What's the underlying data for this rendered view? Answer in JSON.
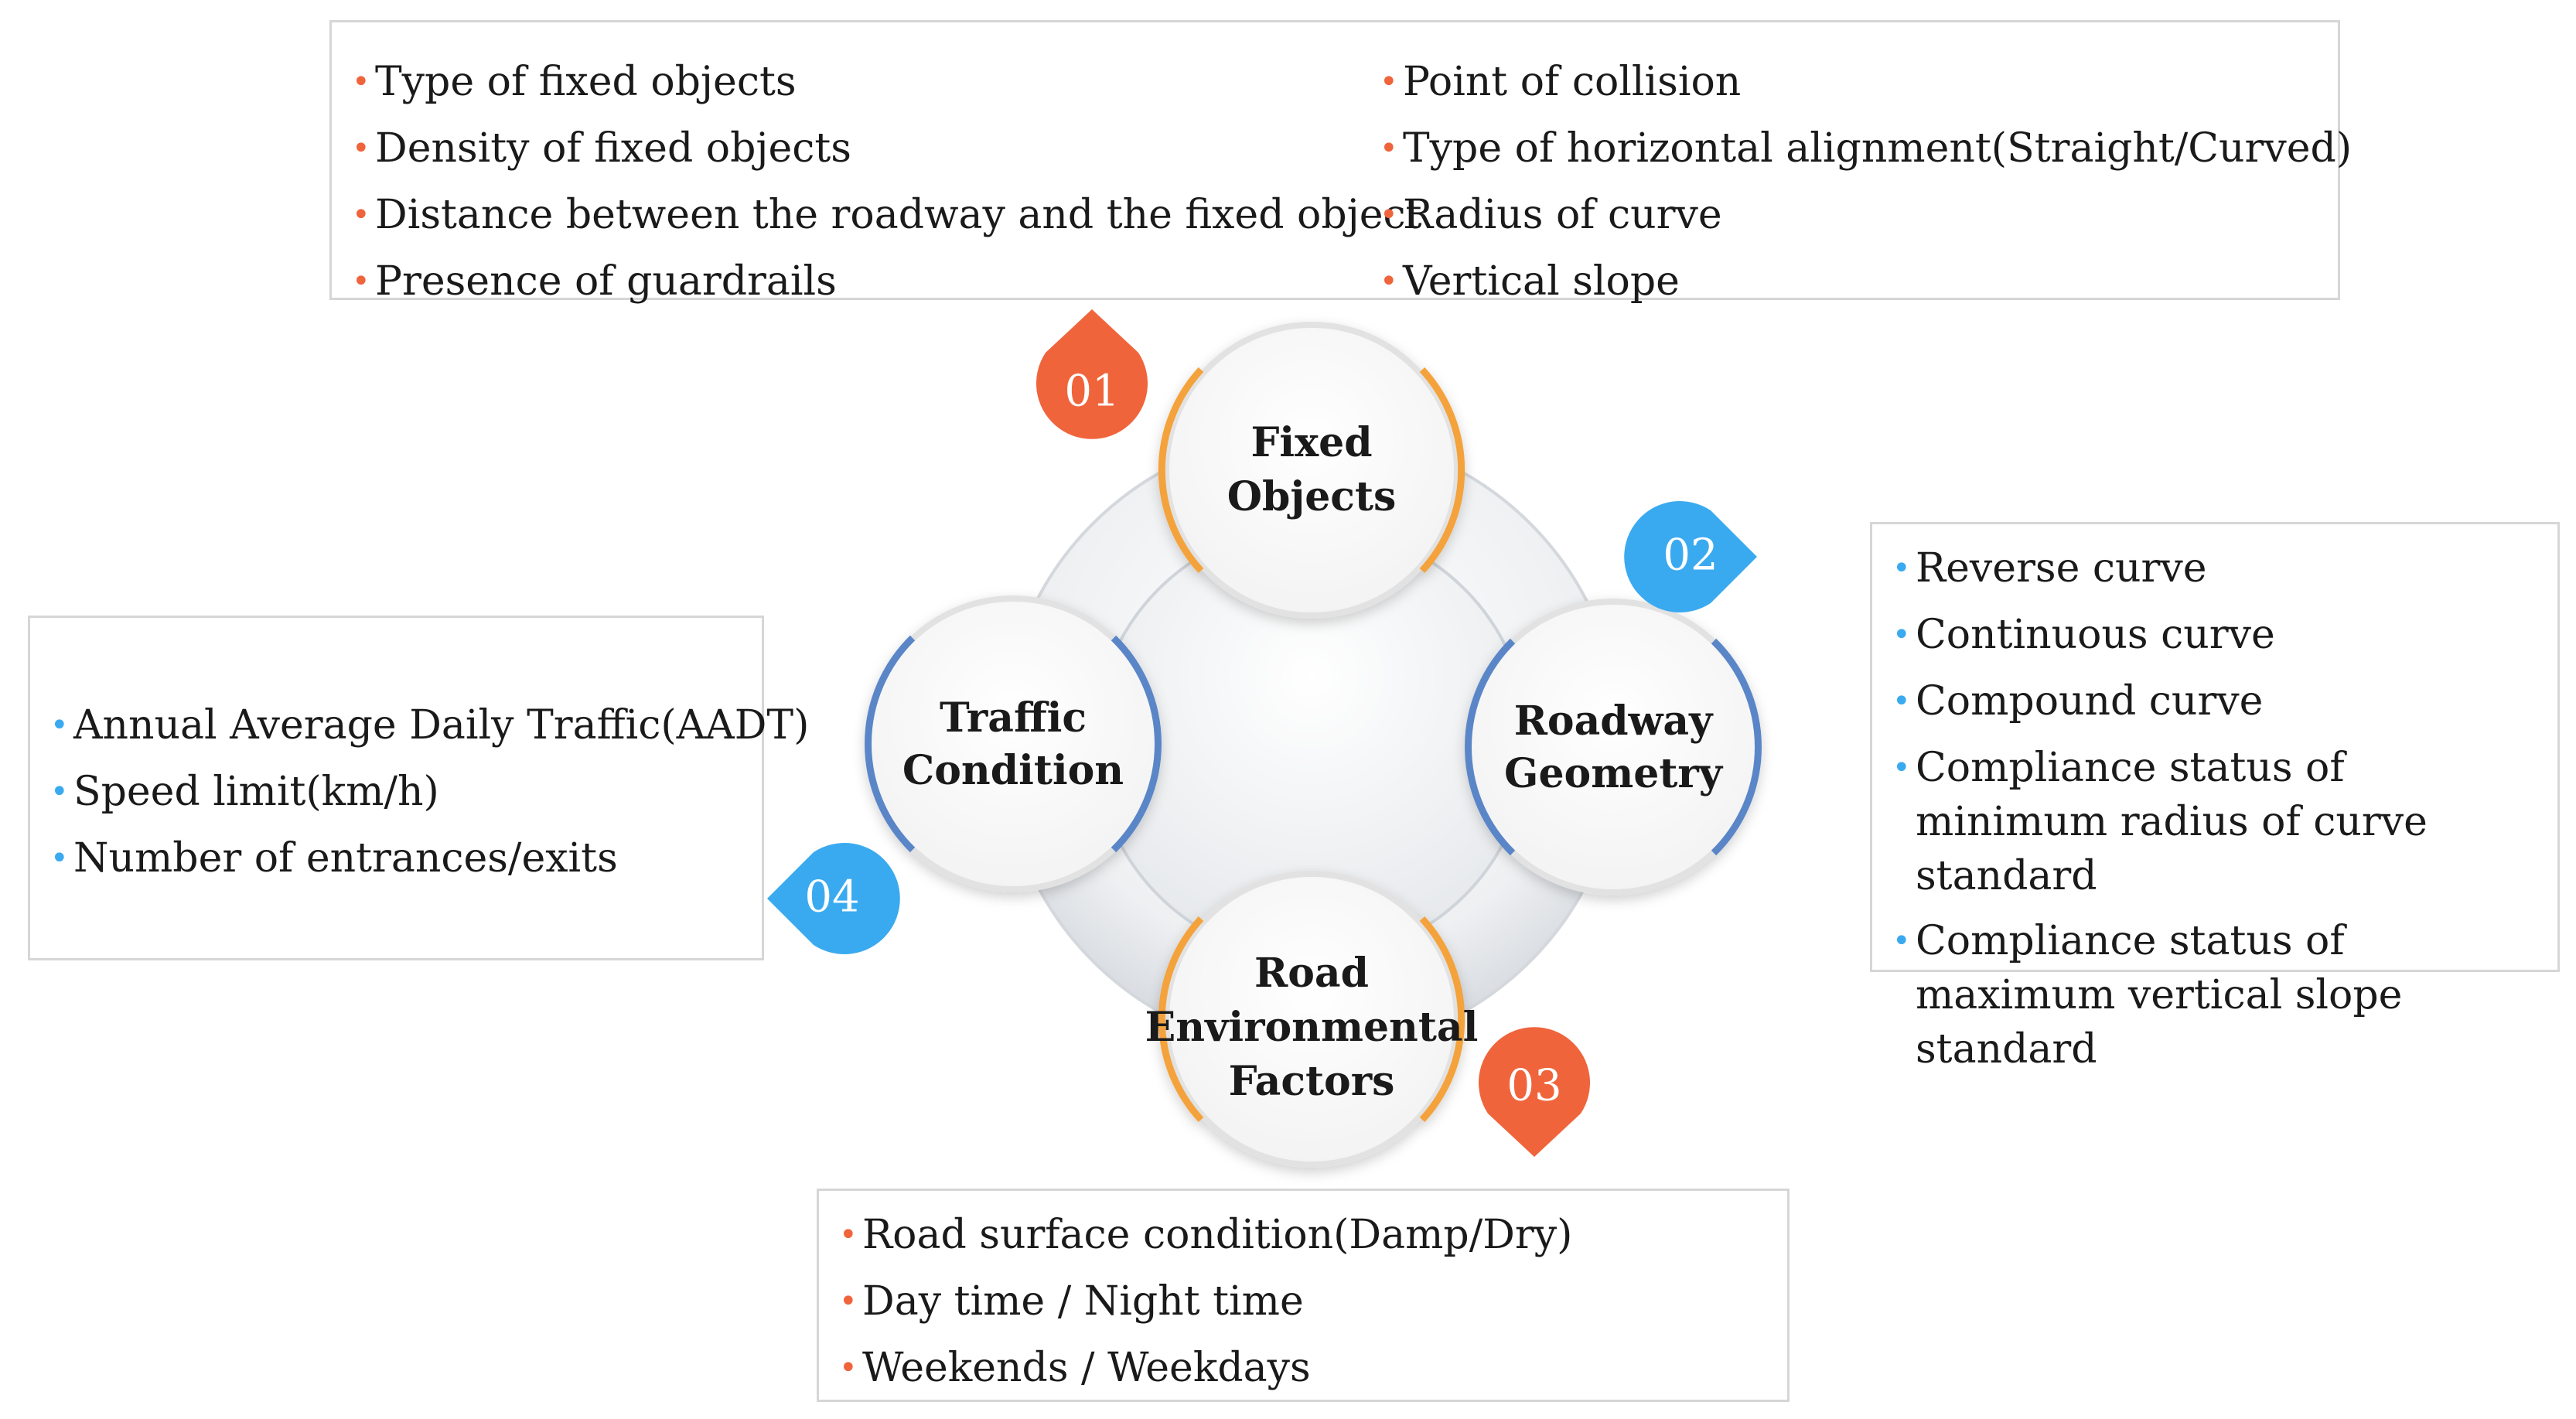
{
  "nodes": {
    "fixed_objects": {
      "line1": "Fixed",
      "line2": "Objects"
    },
    "roadway_geometry": {
      "line1": "Roadway",
      "line2": "Geometry"
    },
    "road_environmental": {
      "line1": "Road",
      "line2": "Environmental",
      "line3": "Factors"
    },
    "traffic_condition": {
      "line1": "Traffic",
      "line2": "Condition"
    }
  },
  "markers": {
    "m01": "01",
    "m02": "02",
    "m03": "03",
    "m04": "04"
  },
  "top_box": {
    "left_items": [
      "Type of fixed objects",
      "Density of fixed objects",
      "Distance between the roadway  and the fixed object",
      "Presence of guardrails"
    ],
    "right_items": [
      "Point of collision",
      "Type of horizontal alignment(Straight/Curved)",
      "Radius of curve",
      "Vertical slope"
    ]
  },
  "right_box": {
    "items": [
      "Reverse curve",
      "Continuous curve",
      "Compound curve",
      "Compliance status of minimum radius of curve standard",
      "Compliance status of maximum vertical slope standard"
    ]
  },
  "left_box": {
    "items": [
      "Annual Average Daily Traffic(AADT)",
      "Speed limit(km/h)",
      "Number of entrances/exits"
    ]
  },
  "bottom_box": {
    "items": [
      "Road surface condition(Damp/Dry)",
      "Day time / Night time",
      "Weekends / Weekdays"
    ]
  },
  "colors": {
    "orange": "#f0643c",
    "ring_orange": "#f4a23a",
    "blue": "#3aaaf0",
    "ring_blue": "#5a86c8"
  }
}
